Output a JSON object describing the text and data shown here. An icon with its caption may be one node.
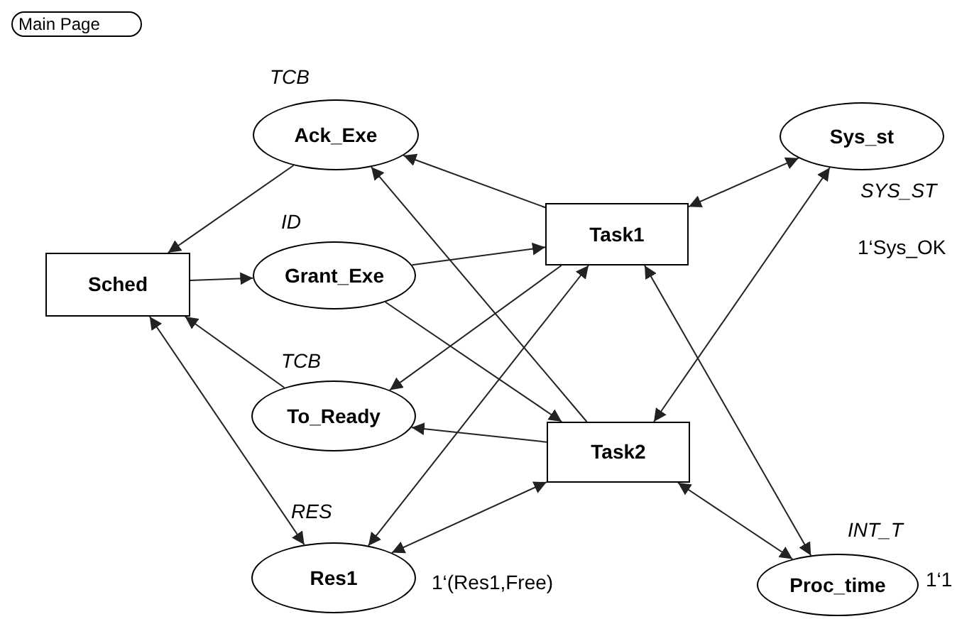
{
  "diagram": {
    "nodes": [
      {
        "text": [
          "Main Page"
        ]
      },
      {
        "text": [
          "Ack_Exe"
        ],
        "beside": [
          "TCB"
        ]
      },
      {
        "text": [
          "Sys_st"
        ],
        "beside": [
          "SYS_ST",
          "1‘Sys_OK"
        ]
      },
      {
        "text": [
          "Sched"
        ]
      },
      {
        "text": [
          "Grant_Exe"
        ],
        "beside": [
          "ID"
        ]
      },
      {
        "text": [
          "Task1"
        ]
      },
      {
        "text": [
          "To_Ready"
        ],
        "beside": [
          "TCB"
        ]
      },
      {
        "text": [
          "Task2"
        ]
      },
      {
        "text": [
          "Res1"
        ],
        "beside": [
          "RES",
          "1‘(Res1,Free)"
        ]
      },
      {
        "text": [
          "Proc_time"
        ],
        "beside": [
          "INT_T",
          "1‘1"
        ]
      }
    ],
    "edges": [
      {
        "from": 1,
        "to": 3,
        "arrow": "to"
      },
      {
        "from": 3,
        "to": 4,
        "arrow": "to"
      },
      {
        "from": 4,
        "to": 5,
        "arrow": "to"
      },
      {
        "from": 5,
        "to": 1,
        "arrow": "to"
      },
      {
        "from": 7,
        "to": 1,
        "arrow": "to"
      },
      {
        "from": 4,
        "to": 7,
        "arrow": "to"
      },
      {
        "from": 5,
        "to": 6,
        "arrow": "to"
      },
      {
        "from": 7,
        "to": 6,
        "arrow": "to"
      },
      {
        "from": 6,
        "to": 3,
        "arrow": "to"
      },
      {
        "from": 3,
        "to": 8,
        "arrow": "both"
      },
      {
        "from": 5,
        "to": 8,
        "arrow": "both"
      },
      {
        "from": 7,
        "to": 8,
        "arrow": "both"
      },
      {
        "from": 5,
        "to": 2,
        "arrow": "both"
      },
      {
        "from": 7,
        "to": 2,
        "arrow": "both"
      },
      {
        "from": 5,
        "to": 9,
        "arrow": "both"
      },
      {
        "from": 7,
        "to": 9,
        "arrow": "both"
      }
    ]
  }
}
